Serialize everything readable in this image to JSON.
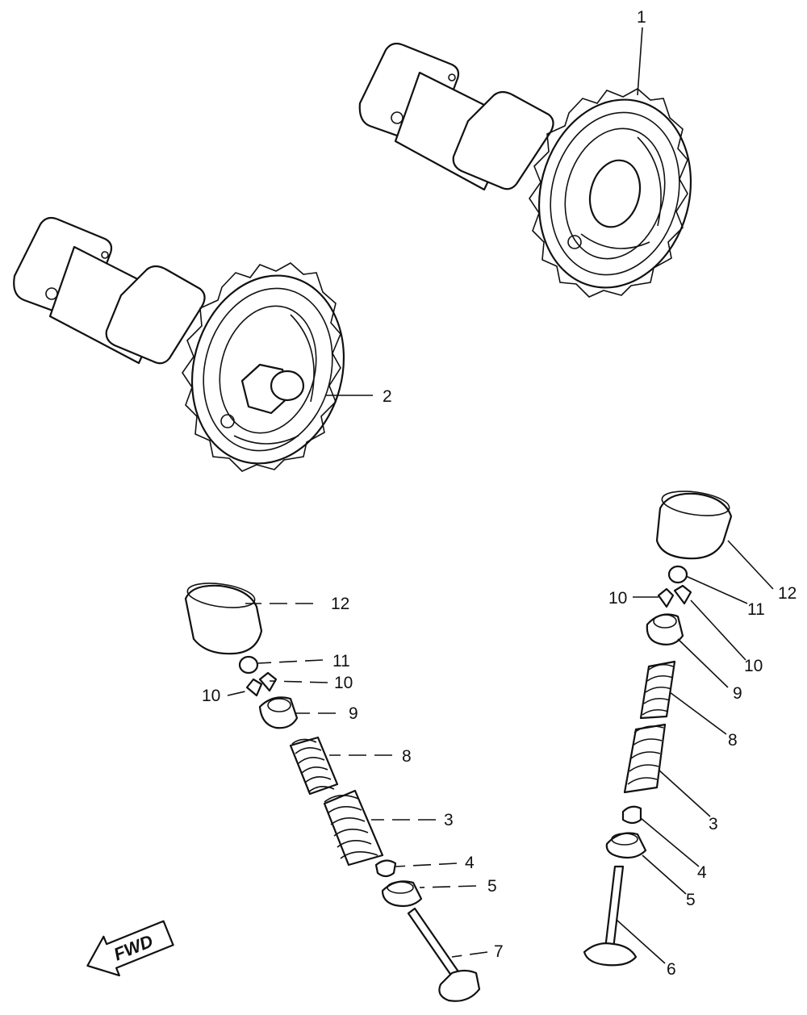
{
  "fwd_label": "FWD",
  "callouts": [
    {
      "key": "c1",
      "text": "1"
    },
    {
      "key": "c2",
      "text": "2"
    },
    {
      "key": "c12l",
      "text": "12"
    },
    {
      "key": "c11l",
      "text": "11"
    },
    {
      "key": "c10la",
      "text": "10"
    },
    {
      "key": "c10lb",
      "text": "10"
    },
    {
      "key": "c9l",
      "text": "9"
    },
    {
      "key": "c8l",
      "text": "8"
    },
    {
      "key": "c3l",
      "text": "3"
    },
    {
      "key": "c4l",
      "text": "4"
    },
    {
      "key": "c5l",
      "text": "5"
    },
    {
      "key": "c7l",
      "text": "7"
    },
    {
      "key": "c12r",
      "text": "12"
    },
    {
      "key": "c10ra",
      "text": "10"
    },
    {
      "key": "c11r",
      "text": "11"
    },
    {
      "key": "c10rb",
      "text": "10"
    },
    {
      "key": "c9r",
      "text": "9"
    },
    {
      "key": "c8r",
      "text": "8"
    },
    {
      "key": "c3r",
      "text": "3"
    },
    {
      "key": "c4r",
      "text": "4"
    },
    {
      "key": "c5r",
      "text": "5"
    },
    {
      "key": "c6r",
      "text": "6"
    }
  ]
}
